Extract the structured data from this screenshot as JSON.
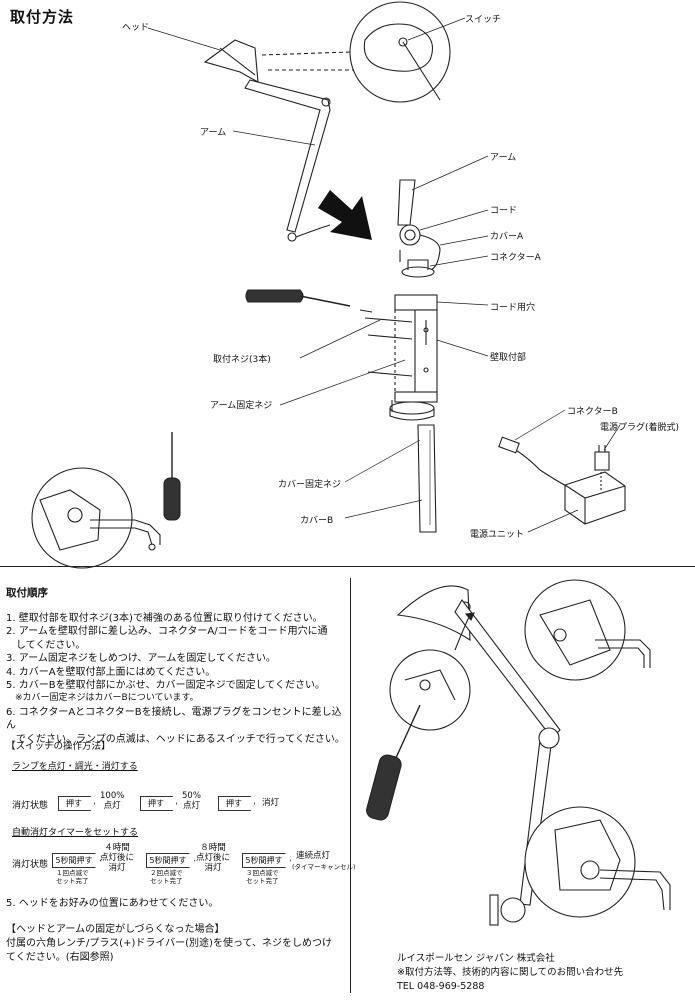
{
  "title": "取付方法",
  "diagram_labels": {
    "head": "ヘッド",
    "switch": "スイッチ",
    "arm_top": "アーム",
    "arm_left": "アーム",
    "cord": "コード",
    "cover_a": "カバーA",
    "connector_a": "コネクターA",
    "cord_hole": "コード用穴",
    "mount_screw": "取付ネジ(3本)",
    "wall_mount": "壁取付部",
    "arm_fix_screw": "アーム固定ネジ",
    "connector_b": "コネクターB",
    "power_plug": "電源プラグ(着脱式)",
    "cover_fix_screw": "カバー固定ネジ",
    "cover_b": "カバーB",
    "power_unit": "電源ユニット"
  },
  "procedure": {
    "heading": "取付順序",
    "steps": [
      "1. 壁取付部を取付ネジ(3本)で補強のある位置に取り付けてください。",
      "2. アームを壁取付部に差し込み、コネクターA/コードをコード用穴に通",
      "　してください。",
      "3. アーム固定ネジをしめつけ、アームを固定してください。",
      "4. カバーAを壁取付部上面にはめてください。",
      "5. カバーBを壁取付部にかぶせ、カバー固定ネジで固定してください。",
      "　※カバー固定ネジはカバーBについています。",
      "6. コネクターAとコネクターBを接続し、電源プラグをコンセントに差し込ん",
      "　でください。ランプの点滅は、ヘッドにあるスイッチで行ってください。"
    ]
  },
  "switch_ops": {
    "heading": "【スイッチの操作方法】",
    "light_title": "ランプを点灯・調光・消灯する",
    "light_state": "消灯状態",
    "push": "押す",
    "full_on": "100%\n点灯",
    "half_on": "50%\n点灯",
    "off": "消灯",
    "timer_title": "自動消灯タイマーをセットする",
    "timer_state": "消灯状態",
    "press5": "5秒間押す",
    "t4": "４時間\n点灯後に\n消灯",
    "t8": "８時間\n点灯後に\n消灯",
    "cont": "連続点灯",
    "cont_sub": "(タイマーキャンセル)",
    "blink1": "１回点滅で\nセット完了",
    "blink2": "２回点滅で\nセット完了",
    "blink3": "３回点滅で\nセット完了"
  },
  "step5": "5. ヘッドをお好みの位置にあわせてください。",
  "note": {
    "heading": "【ヘッドとアームの固定がしづらくなった場合】",
    "line1": "付属の六角レンチ/プラス(+)ドライバー(別途)を使って、ネジをしめつけ",
    "line2": "てください。(右図参照)"
  },
  "company": {
    "name": "ルイスポールセン ジャパン 株式会社",
    "contact": "※取付方法等、技術的内容に関してのお問い合わせ先",
    "tel": "TEL 048-969-5288"
  }
}
